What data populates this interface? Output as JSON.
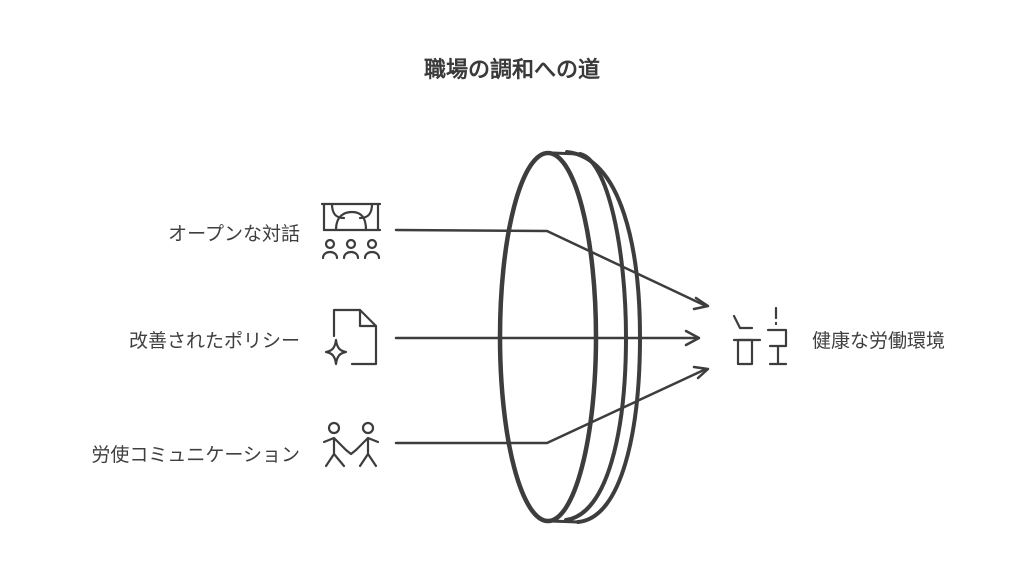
{
  "title": "職場の調和への道",
  "inputs": [
    {
      "label": "オープンな対話",
      "icon": "meeting-audience-icon"
    },
    {
      "label": "改善されたポリシー",
      "icon": "document-sparkle-icon"
    },
    {
      "label": "労使コミュニケーション",
      "icon": "two-people-icon"
    }
  ],
  "output": {
    "label": "健康な労働環境",
    "icon": "workplace-desk-icon"
  },
  "colors": {
    "ink": "#3d3d3d",
    "background": "#ffffff"
  }
}
